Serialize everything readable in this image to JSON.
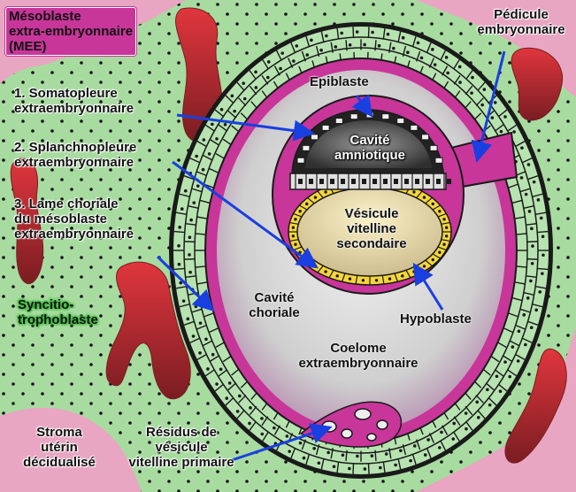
{
  "labels": {
    "mee": "Mésoblaste extra-embryonnaire (MEE)",
    "mee_l1": "Mésoblaste",
    "mee_l2": "extra-embryonnaire",
    "mee_l3": "(MEE)",
    "somato_l1": "1. Somatopleure",
    "somato_l2": "extraembryonnaire",
    "splanchno_l1": "2. Splanchnopleure",
    "splanchno_l2": "extraembryonnaire",
    "lame_l1": "3. Lame choriale",
    "lame_l2": "du mésoblaste",
    "lame_l3": "extraembryonnaire",
    "syncitio_l1": "Syncitio-",
    "syncitio_l2": "trophoblaste",
    "stroma_l1": "Stroma",
    "stroma_l2": "utérin",
    "stroma_l3": "décidualisé",
    "residus_l1": "Résidus de",
    "residus_l2": "vésicule",
    "residus_l3": "vitelline primaire",
    "pedicule_l1": "Pédicule",
    "pedicule_l2": "embryonnaire",
    "epiblaste": "Epiblaste",
    "cavite_amnio_l1": "Cavité",
    "cavite_amnio_l2": "amniotique",
    "vesicule_l1": "Vésicule",
    "vesicule_l2": "vitelline",
    "vesicule_l3": "secondaire",
    "cavite_choriale_l1": "Cavité",
    "cavite_choriale_l2": "choriale",
    "hypoblaste": "Hypoblaste",
    "coelome_l1": "Coelome",
    "coelome_l2": "extraembryonnaire"
  },
  "colors": {
    "stroma": "#e8a6c2",
    "syncitiotrophoblaste": "#a8dba0",
    "cytotrophoblaste": "#b7e3b0",
    "mesoblaste": "#c8369a",
    "coelome": "#c7c7c7",
    "vaisseaux": "#d8353c",
    "vesicule_vitelline": "#f0e2a0",
    "hypoblaste_cells": "#f4d63a",
    "amnios": "#222222",
    "arrow": "#1a3fe0"
  }
}
